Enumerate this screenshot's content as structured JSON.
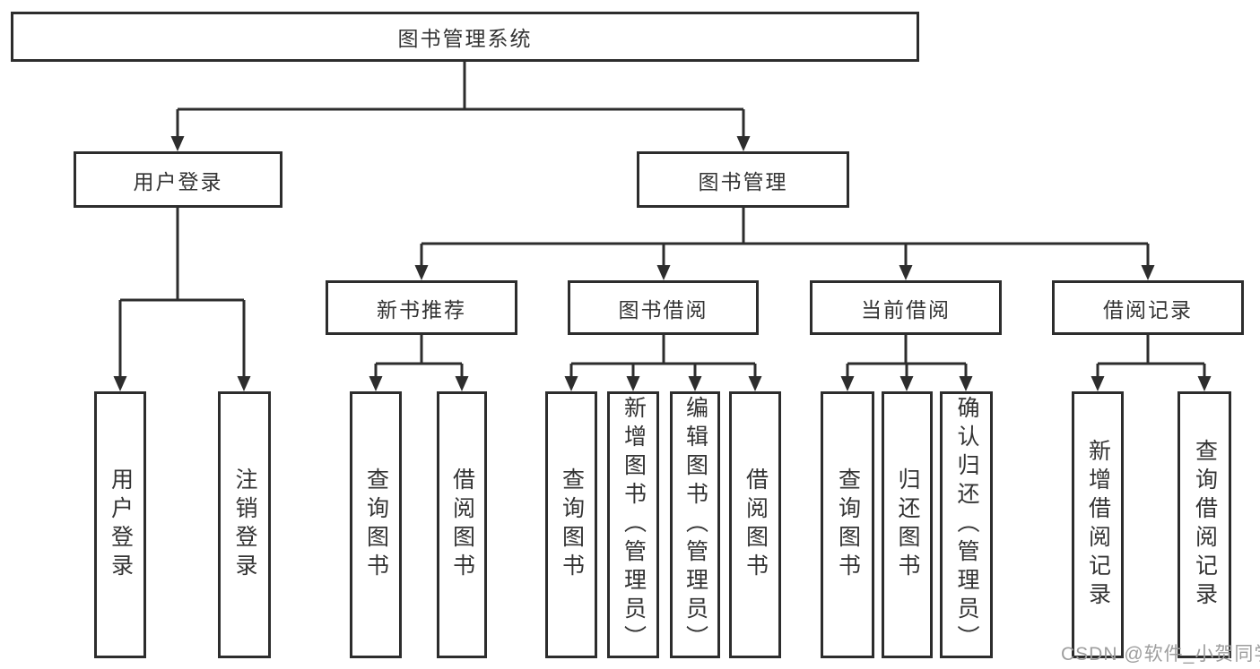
{
  "tree": {
    "root": "图书管理系统",
    "user_login": {
      "label": "用户登录",
      "children": [
        "用户登录",
        "注销登录"
      ]
    },
    "book_mgmt": {
      "label": "图书管理",
      "groups": [
        {
          "label": "新书推荐",
          "children": [
            "查询图书",
            "借阅图书"
          ]
        },
        {
          "label": "图书借阅",
          "children": [
            "查询图书",
            "新增图书（管理员）",
            "编辑图书（管理员）",
            "借阅图书"
          ]
        },
        {
          "label": "当前借阅",
          "children": [
            "查询图书",
            "归还图书",
            "确认归还（管理员）"
          ]
        },
        {
          "label": "借阅记录",
          "children": [
            "新增借阅记录",
            "查询借阅记录"
          ]
        }
      ]
    }
  },
  "watermark": {
    "text": "CSDN @软件_小贺同学"
  },
  "colors": {
    "line": "#2d2d2d",
    "text": "#333333",
    "watermark": "#9e9e9e",
    "background": "#ffffff"
  }
}
